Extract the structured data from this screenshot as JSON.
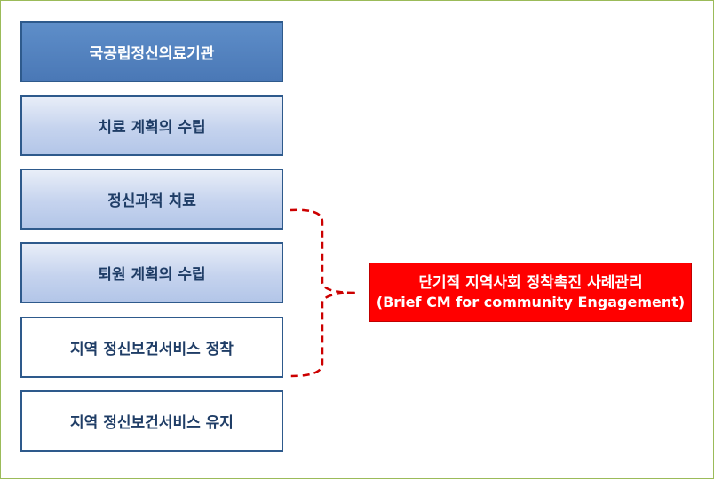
{
  "steps": [
    {
      "label": "국공립정신의료기관"
    },
    {
      "label": "치료 계획의 수립"
    },
    {
      "label": "정신과적 치료"
    },
    {
      "label": "퇴원 계획의 수립"
    },
    {
      "label": "지역 정신보건서비스 정착"
    },
    {
      "label": "지역 정신보건서비스 유지"
    }
  ],
  "callout": {
    "title": "단기적 지역사회 정착촉진 사례관리",
    "subtitle": "(Brief CM for community Engagement)"
  },
  "colors": {
    "header_fill": "#4f81bd",
    "box_border": "#2e5a8c",
    "callout_fill": "#ff0000",
    "brace": "#cc0000",
    "frame_border": "#9bbb59"
  }
}
